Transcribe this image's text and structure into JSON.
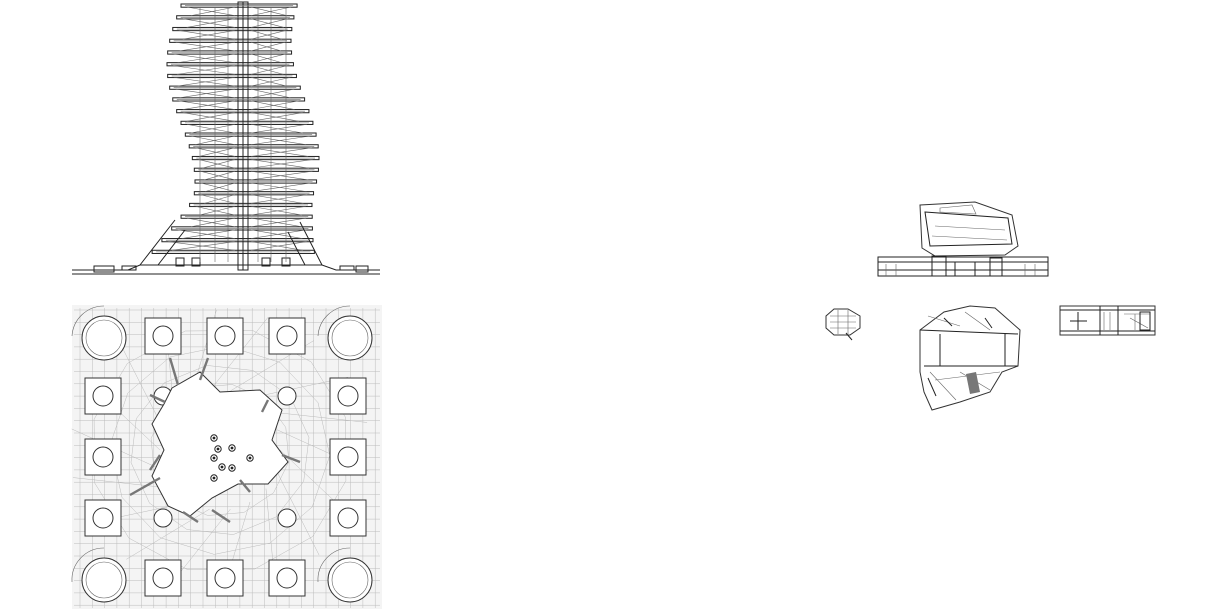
{
  "drawing": {
    "ink_color": "#222222",
    "light_ink": "#777777",
    "grid_color": "#bbbbbb",
    "background": "#ffffff",
    "views": [
      {
        "id": "tower-elevation",
        "kind": "elevation"
      },
      {
        "id": "tower-floor-plan",
        "kind": "plan"
      },
      {
        "id": "building-section",
        "kind": "section"
      },
      {
        "id": "octagon-plan",
        "kind": "plan"
      },
      {
        "id": "building-floor-plan",
        "kind": "plan"
      },
      {
        "id": "rect-plan",
        "kind": "plan"
      }
    ],
    "tower_floor_levels": 22,
    "plan_column_rows": [
      "corner",
      "side",
      "side",
      "side",
      "corner"
    ]
  }
}
